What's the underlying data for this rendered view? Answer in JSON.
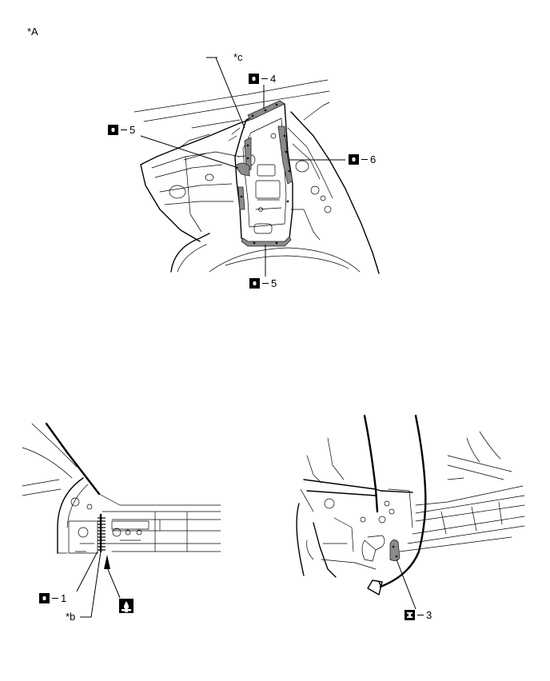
{
  "view_label": "*A",
  "callouts": {
    "c": "*c",
    "b": "*b",
    "n4": "4",
    "n5a": "5",
    "n5b": "5",
    "n6": "6",
    "n1": "1",
    "n3": "3"
  },
  "icons": {
    "sealer_o": "sealer-o-symbol",
    "sealer_i": "sealer-i-symbol",
    "sealer_gun": "sealer-gun-symbol"
  }
}
